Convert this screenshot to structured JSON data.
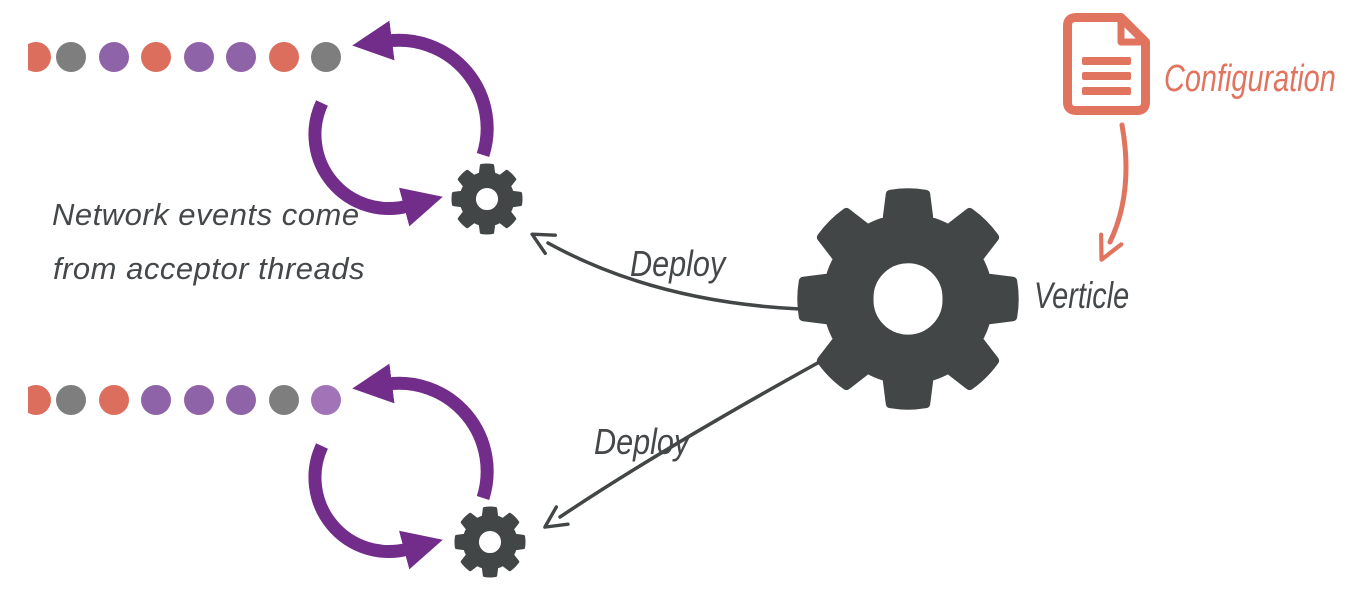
{
  "note": {
    "line1": "Network events come",
    "line2": "from acceptor threads"
  },
  "labels": {
    "deploy_top": "Deploy",
    "deploy_bottom": "Deploy",
    "verticle": "Verticle",
    "configuration": "Configuration"
  },
  "colors": {
    "orange": "#dc6e5e",
    "gray": "#7e7e7e",
    "purple_dot": "#8f63a8",
    "purple_dot_light": "#a273b6",
    "arrow_purple": "#722c8a",
    "dark": "#434646",
    "salmon": "#e0745f",
    "background": "#ffffff"
  },
  "streams": {
    "top": [
      "#dc6e5e",
      "#7e7e7e",
      "#8f63a8",
      "#dc6e5e",
      "#8f63a8",
      "#8f63a8",
      "#dc6e5e",
      "#7e7e7e"
    ],
    "bottom": [
      "#dc6e5e",
      "#7e7e7e",
      "#dc6e5e",
      "#8f63a8",
      "#8f63a8",
      "#8f63a8",
      "#7e7e7e",
      "#a273b6"
    ]
  },
  "icons": {
    "event_loop_gear": "gear-icon",
    "verticle_gear": "gear-icon",
    "configuration_doc": "document-icon"
  }
}
